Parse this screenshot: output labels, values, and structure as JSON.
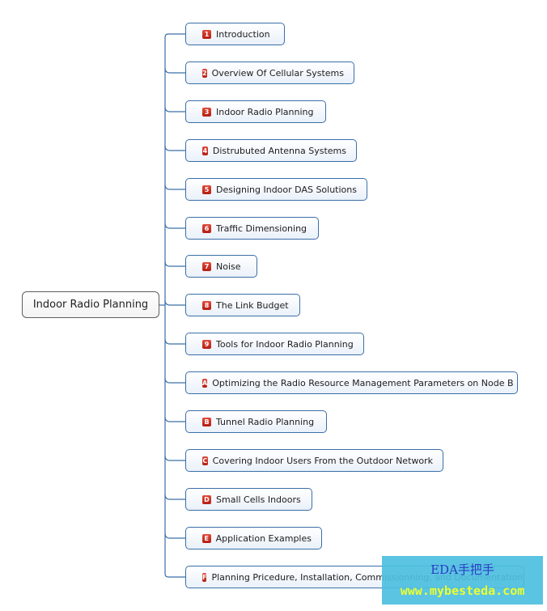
{
  "root": {
    "label": "Indoor Radio Planning"
  },
  "topics": [
    {
      "badge": "1",
      "label": "Introduction"
    },
    {
      "badge": "2",
      "label": "Overview Of Cellular Systems"
    },
    {
      "badge": "3",
      "label": "Indoor Radio Planning"
    },
    {
      "badge": "4",
      "label": "Distrubuted Antenna Systems"
    },
    {
      "badge": "5",
      "label": "Designing Indoor DAS Solutions"
    },
    {
      "badge": "6",
      "label": "Traffic Dimensioning"
    },
    {
      "badge": "7",
      "label": "Noise"
    },
    {
      "badge": "8",
      "label": "The Link Budget"
    },
    {
      "badge": "9",
      "label": "Tools for Indoor Radio Planning"
    },
    {
      "badge": "A",
      "label": "Optimizing the Radio Resource Management Parameters on Node B"
    },
    {
      "badge": "B",
      "label": "Tunnel Radio Planning"
    },
    {
      "badge": "C",
      "label": "Covering Indoor Users From the Outdoor Network"
    },
    {
      "badge": "D",
      "label": "Small Cells Indoors"
    },
    {
      "badge": "E",
      "label": "Application Examples"
    },
    {
      "badge": "F",
      "label": "Planning Pricedure, Installation, Commissionning, and Documentation"
    }
  ],
  "watermark": {
    "title": "EDA手把手",
    "url": "www.mybesteda.com"
  },
  "colors": {
    "connector": "#3b6fa8",
    "badge": "#c8281c",
    "topic_border": "#3b6fa8",
    "watermark_bg": "#4dbfe0"
  }
}
